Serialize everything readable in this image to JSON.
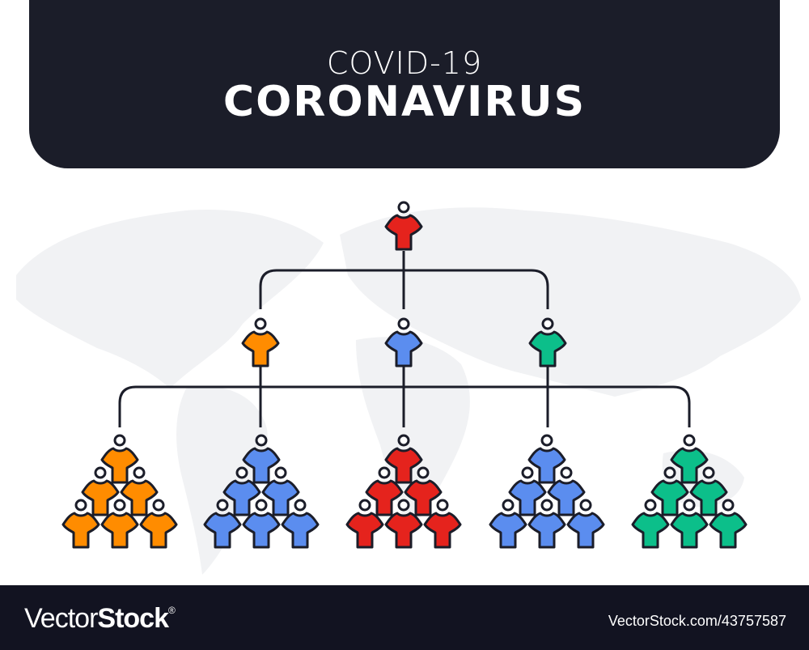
{
  "header": {
    "subtitle": "COVID-19",
    "title": "CORONAVIRUS",
    "background": "#1b1d29"
  },
  "diagram": {
    "type": "spread-tree",
    "line_color": "#1b1d29",
    "root": {
      "color": "#e5231d",
      "icon": "person-icon"
    },
    "level2": [
      {
        "color": "#ff8c00",
        "icon": "person-icon"
      },
      {
        "color": "#5b8def",
        "icon": "person-icon"
      },
      {
        "color": "#0cbf8a",
        "icon": "person-icon"
      }
    ],
    "level3_groups": [
      {
        "color": "#ff8c00",
        "count": 6
      },
      {
        "color": "#5b8def",
        "count": 6
      },
      {
        "color": "#e5231d",
        "count": 6
      },
      {
        "color": "#5b8def",
        "count": 6
      },
      {
        "color": "#0cbf8a",
        "count": 6
      }
    ],
    "background_map": "world-map-icon"
  },
  "footer": {
    "brand_light": "Vector",
    "brand_bold": "Stock",
    "brand_mark": "®",
    "url": "VectorStock.com/43757587"
  }
}
